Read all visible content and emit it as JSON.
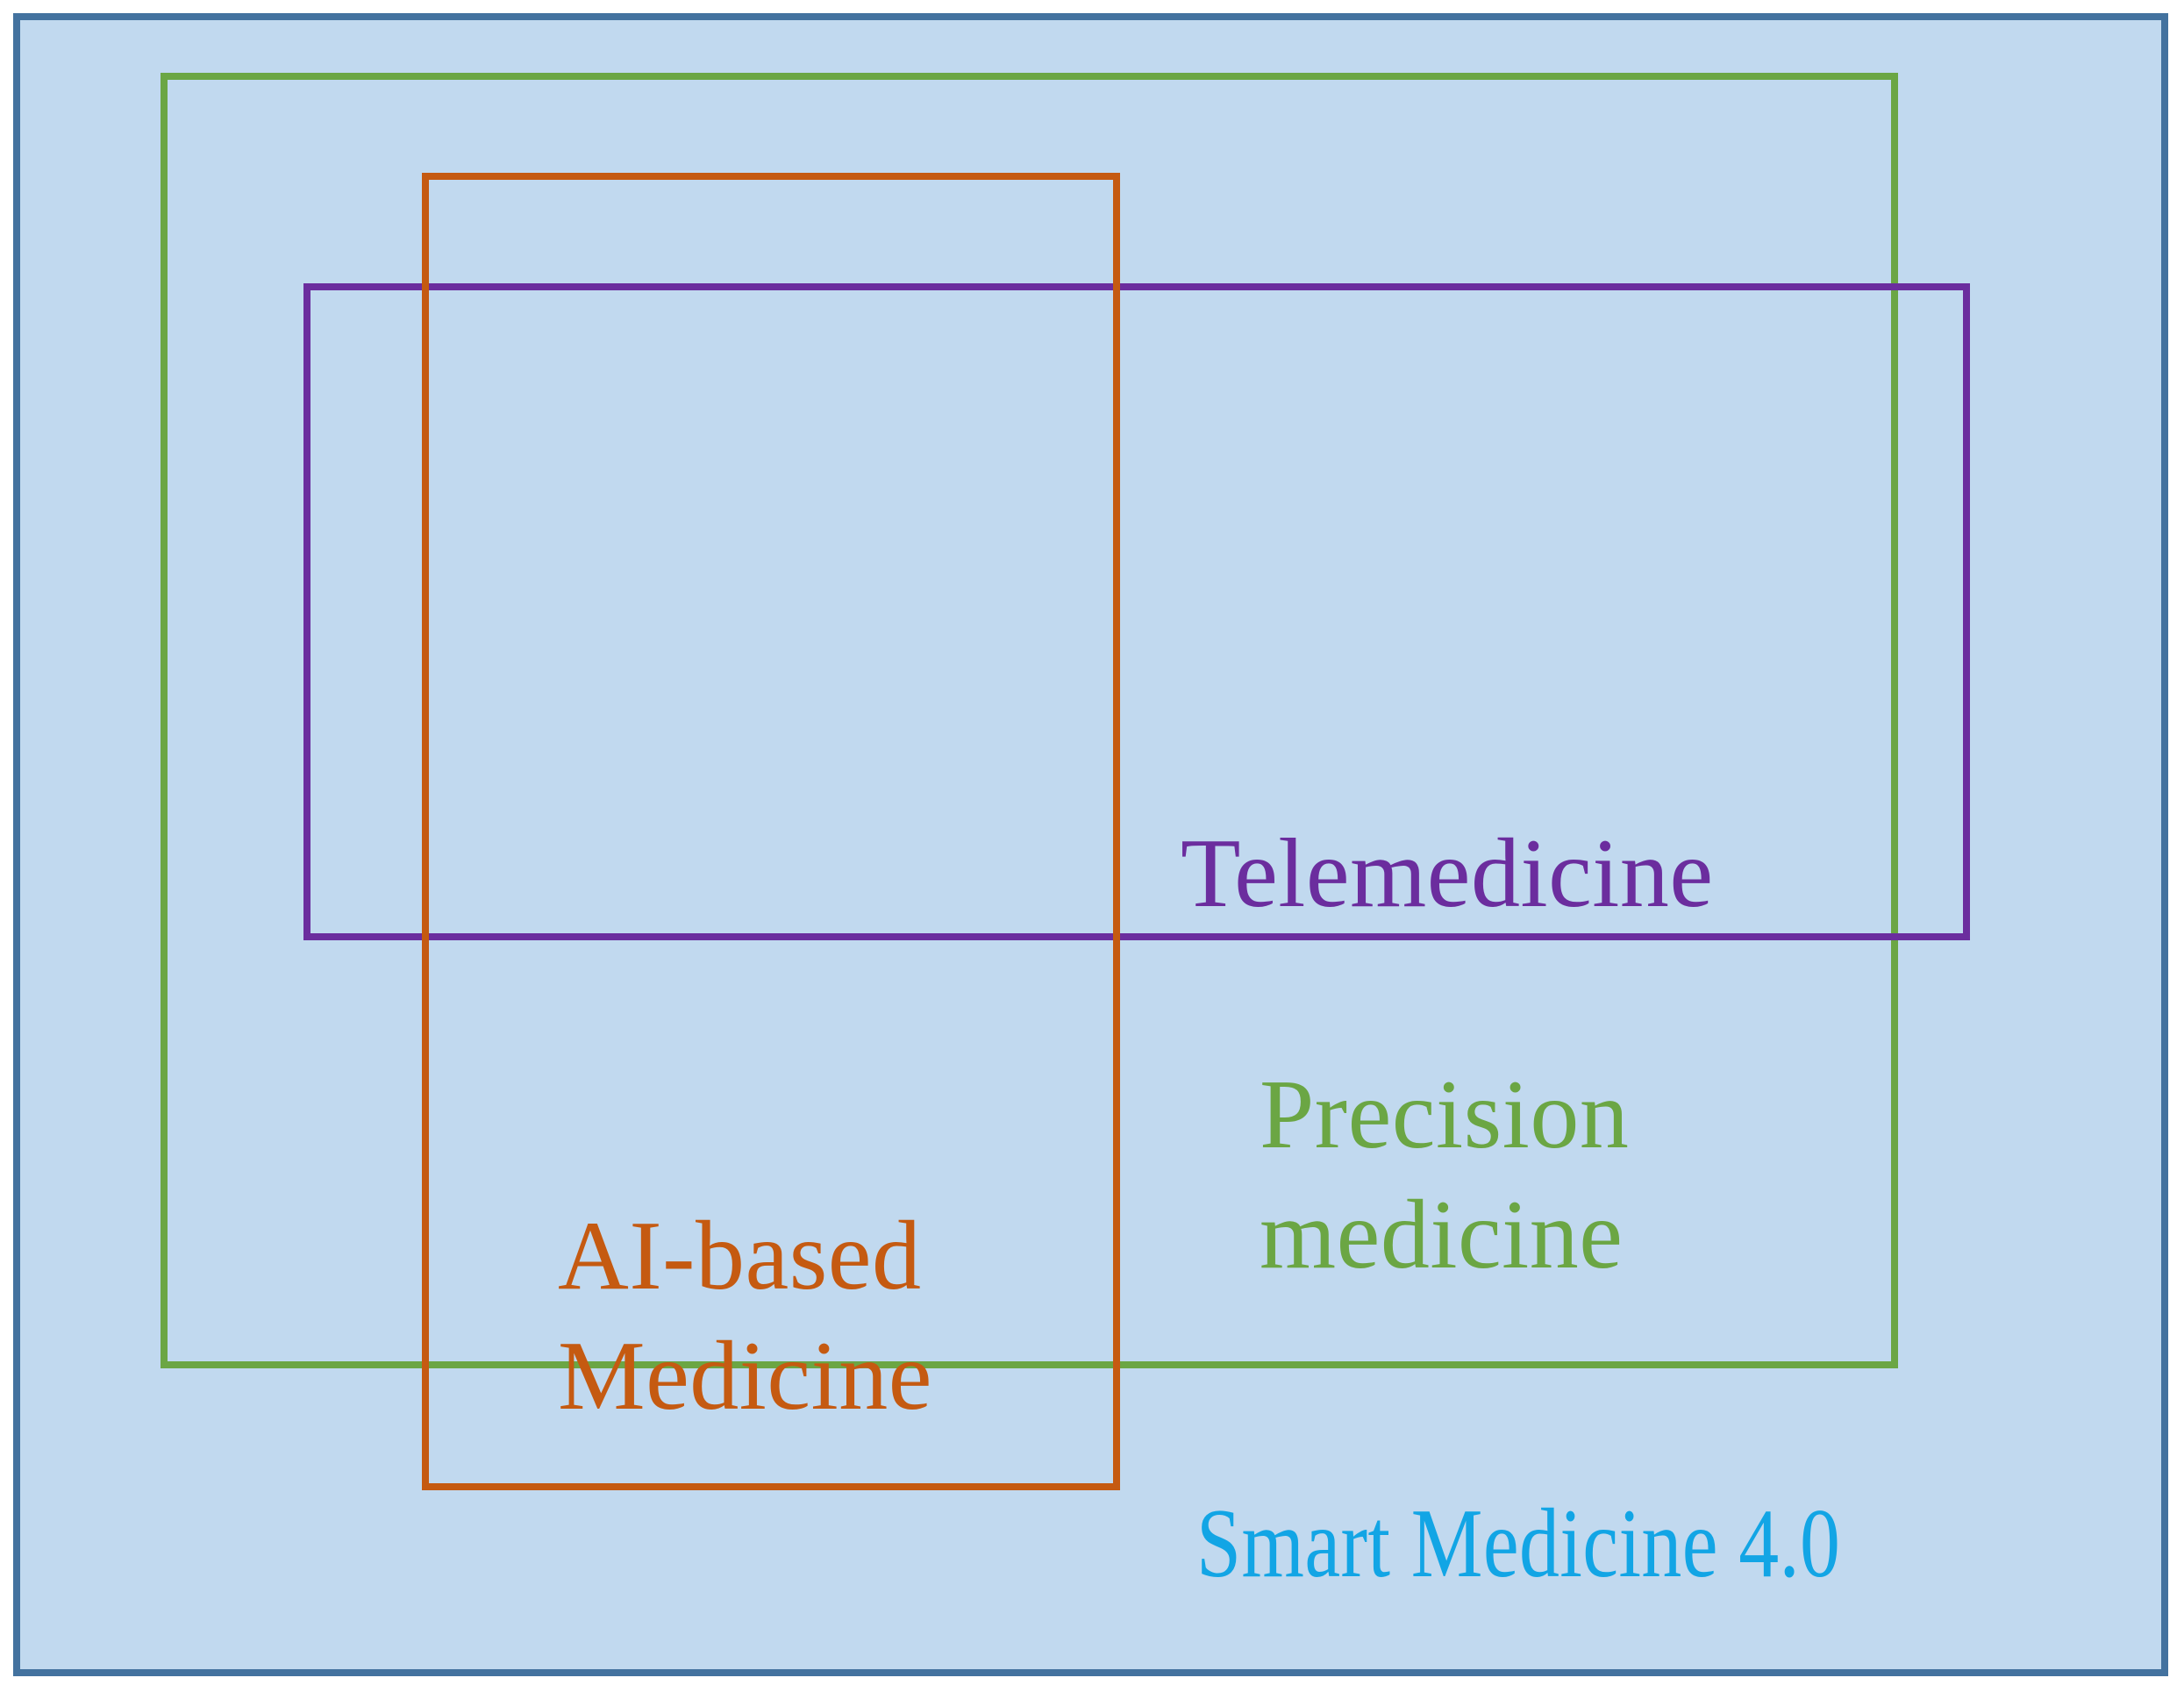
{
  "diagram": {
    "title": "Smart Medicine 4.0 nested concept diagram",
    "type": "nested-rectangles-venn",
    "background_color": "#C1D9EF",
    "regions": [
      {
        "id": "smart-medicine",
        "label": "Smart Medicine 4.0",
        "color": "#12A5E5",
        "border_color": "#43729F",
        "level": 0
      },
      {
        "id": "precision-medicine",
        "label": "Precision\nmedicine",
        "label_plain": "Precision medicine",
        "color": "#6BA644",
        "border_color": "#6BA644",
        "level": 1
      },
      {
        "id": "telemedicine",
        "label": "Telemedicine",
        "color": "#6B2D9E",
        "border_color": "#6B2D9E",
        "level": 1
      },
      {
        "id": "ai-based-medicine",
        "label": "AI-based\nMedicine",
        "label_plain": "AI-based Medicine",
        "color": "#C55A11",
        "border_color": "#C55A11",
        "level": 1
      }
    ]
  }
}
